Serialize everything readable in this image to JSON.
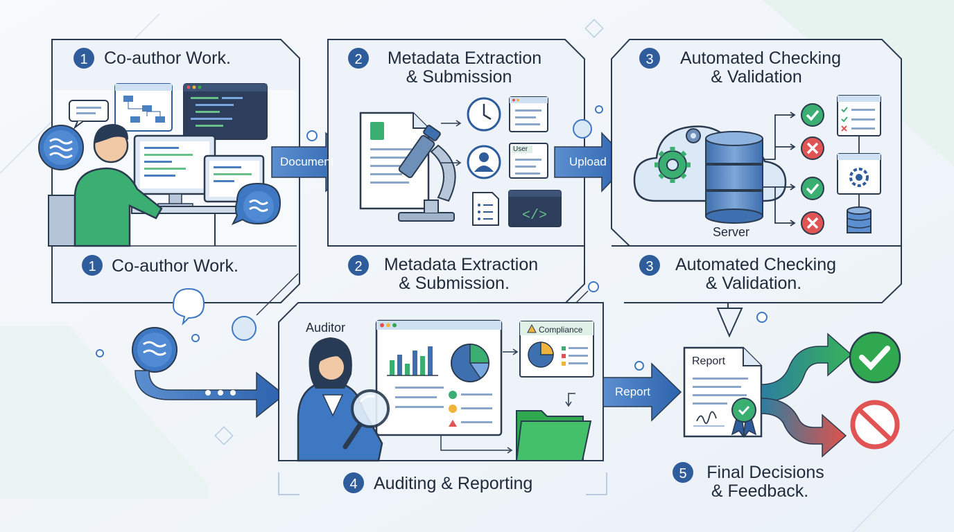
{
  "stages": [
    {
      "number": "1",
      "top_title": "Co-author Work.",
      "bottom_title": "Co-author Work."
    },
    {
      "number": "2",
      "top_title_line1": "Metadata Extraction",
      "top_title_line2": "& Submission",
      "bottom_title_line1": "Metadata Extraction",
      "bottom_title_line2": "& Submission."
    },
    {
      "number": "3",
      "top_title_line1": "Automated Checking",
      "top_title_line2": "& Validation",
      "bottom_title_line1": "Automated Checking",
      "bottom_title_line2": "& Validation."
    },
    {
      "number": "4",
      "title": "Auditing & Reporting"
    },
    {
      "number": "5",
      "title_line1": "Final Decisions",
      "title_line2": "& Feedback."
    }
  ],
  "arrows": {
    "document": "Document",
    "upload": "Upload",
    "report": "Report"
  },
  "labels": {
    "user_card": "User",
    "server": "Server",
    "auditor": "Auditor",
    "compliance": "Compliance",
    "report_doc": "Report"
  },
  "colors": {
    "accent": "#2f5d9c",
    "success": "#2fa84f",
    "error": "#e05454",
    "panel": "#eef3f9",
    "arrow": "#3f78c2"
  },
  "icons": [
    "chat-bubble-icon",
    "wave-bubble-icon",
    "clock-icon",
    "user-icon",
    "code-icon",
    "document-icon",
    "gear-icon",
    "database-icon",
    "check-icon",
    "cross-icon",
    "magnifier-icon",
    "folder-icon",
    "certificate-icon",
    "no-entry-icon",
    "microscope-icon",
    "bar-chart-icon",
    "pie-chart-icon",
    "warning-icon"
  ]
}
